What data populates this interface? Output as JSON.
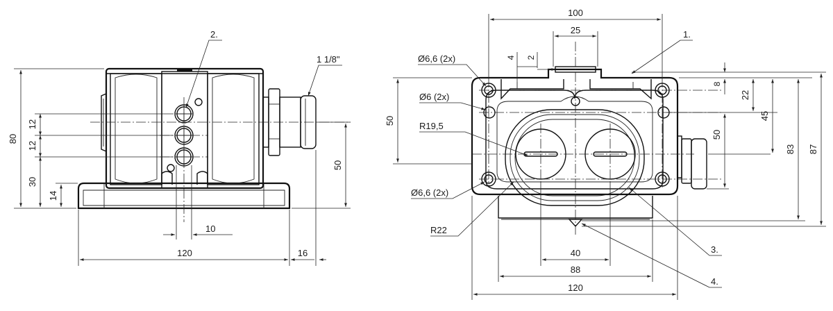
{
  "side_view": {
    "dim_width": "120",
    "dim_gland_length": "16",
    "dim_height": "80",
    "dim_centre_height": "50",
    "dim_base_height": "30",
    "dim_foot_height": "14",
    "dim_pitch_upper": "12",
    "dim_pitch_lower": "12",
    "dim_hole_dia": "10",
    "dim_thread": "1 1/8\"",
    "item_callout": "2."
  },
  "front_view": {
    "dim_width_top": "100",
    "dim_slot_width": "25",
    "dim_recess_4": "4",
    "dim_recess_2": "2",
    "dim_8": "8",
    "dim_22": "22",
    "dim_45": "45",
    "dim_50_right": "50",
    "dim_83": "83",
    "dim_87": "87",
    "dim_50_left": "50",
    "dim_button_pitch": "40",
    "dim_88": "88",
    "dim_width_bottom": "120",
    "label_hole_top": "Ø6,6 (2x)",
    "label_hole_mid": "Ø6 (2x)",
    "label_radius_195": "R19,5",
    "label_hole_bottom": "Ø6,6 (2x)",
    "label_radius_22": "R22",
    "callout_1": "1.",
    "callout_3": "3.",
    "callout_4": "4."
  }
}
